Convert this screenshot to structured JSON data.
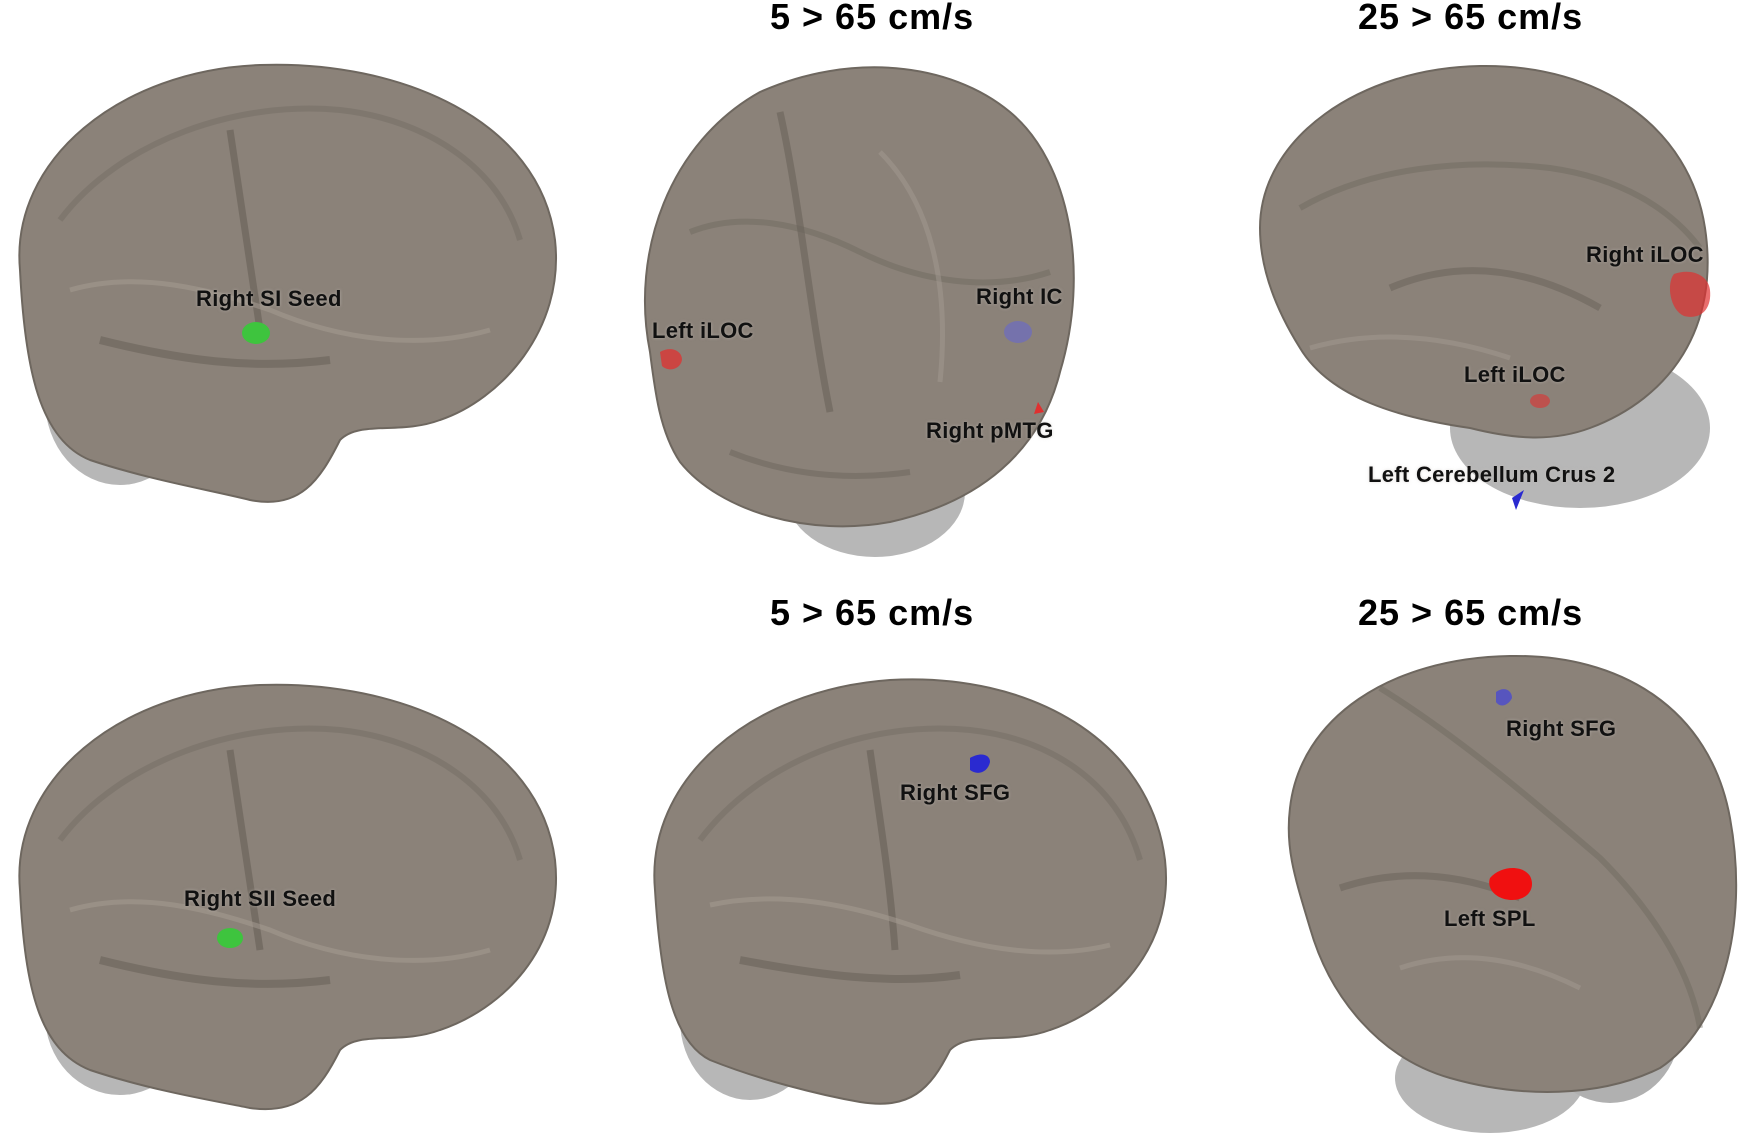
{
  "colors": {
    "cortex": "#8a8178",
    "cortex_light": "#a9a097",
    "cortex_dark": "#6f6760",
    "cerebellum": "#b8b8b8",
    "seed_green": "#3ec43e",
    "pos_red": "#e03030",
    "neg_blue": "#2a2ad0",
    "neg_blue_faint": "#6a6ac8"
  },
  "titles": {
    "row1_mid": "5 > 65 cm/s",
    "row1_right": "25 > 65 cm/s",
    "row2_mid": "5 > 65 cm/s",
    "row2_right": "25 > 65 cm/s"
  },
  "labels": {
    "si_seed": "Right SI Seed",
    "r1m_left_iloc": "Left iLOC",
    "r1m_right_ic": "Right IC",
    "r1m_right_pmtg": "Right pMTG",
    "r1r_right_iloc": "Right iLOC",
    "r1r_left_iloc": "Left iLOC",
    "r1r_left_cereb": "Left Cerebellum Crus 2",
    "sii_seed": "Right SII Seed",
    "r2m_right_sfg": "Right SFG",
    "r2r_right_sfg": "Right SFG",
    "r2r_left_spl": "Left SPL"
  }
}
